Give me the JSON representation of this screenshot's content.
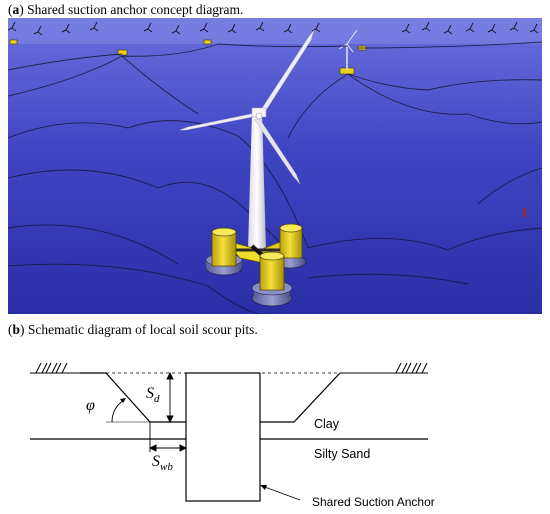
{
  "caption_a": {
    "letter": "a",
    "text": " Shared suction anchor concept diagram."
  },
  "caption_b": {
    "letter": "b",
    "text": " Schematic diagram of local soil scour pits."
  },
  "schematic": {
    "labels": {
      "clay": "Clay",
      "silty_sand": "Silty Sand",
      "anchor": "Shared Suction Anchor",
      "phi": "φ",
      "sd_main": "S",
      "sd_sub": "d",
      "swb_main": "S",
      "swb_sub": "wb"
    }
  },
  "colors": {
    "sea_top": "#5d63d6",
    "sea_bottom": "#272aa3",
    "buoy": "#e8d21f",
    "line": "#000000"
  }
}
